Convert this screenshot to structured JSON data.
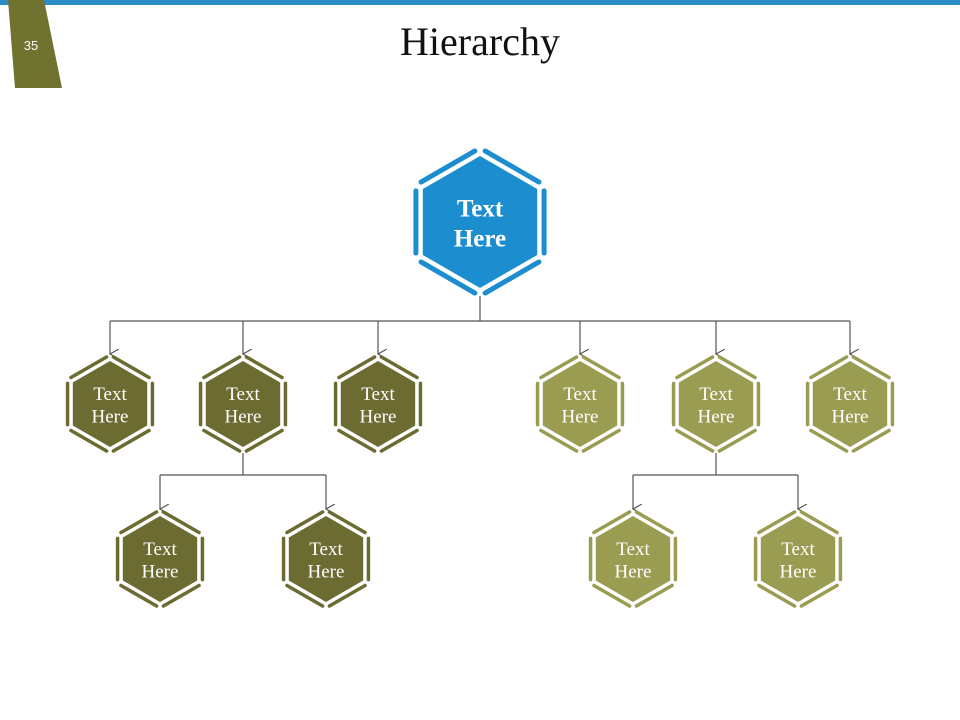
{
  "slide": {
    "number": "35",
    "title": "Hierarchy"
  },
  "colors": {
    "accent_blue": "#2b8cc4",
    "root_fill": "#1c8dce",
    "dark_olive": "#6b6b32",
    "light_olive": "#9a9c52",
    "tab": "#70722f",
    "connector": "#555555",
    "label": "#ffffff"
  },
  "diagram": {
    "root": {
      "id": "root",
      "line1": "Text",
      "line2": "Here",
      "tone": "root"
    },
    "level1": [
      {
        "id": "l1-1",
        "line1": "Text",
        "line2": "Here",
        "tone": "dark"
      },
      {
        "id": "l1-2",
        "line1": "Text",
        "line2": "Here",
        "tone": "dark"
      },
      {
        "id": "l1-3",
        "line1": "Text",
        "line2": "Here",
        "tone": "dark"
      },
      {
        "id": "l1-4",
        "line1": "Text",
        "line2": "Here",
        "tone": "light"
      },
      {
        "id": "l1-5",
        "line1": "Text",
        "line2": "Here",
        "tone": "light"
      },
      {
        "id": "l1-6",
        "line1": "Text",
        "line2": "Here",
        "tone": "light"
      }
    ],
    "level2": [
      {
        "id": "l2-1",
        "parent": "l1-2",
        "line1": "Text",
        "line2": "Here",
        "tone": "dark"
      },
      {
        "id": "l2-2",
        "parent": "l1-2",
        "line1": "Text",
        "line2": "Here",
        "tone": "dark"
      },
      {
        "id": "l2-3",
        "parent": "l1-5",
        "line1": "Text",
        "line2": "Here",
        "tone": "light"
      },
      {
        "id": "l2-4",
        "parent": "l1-5",
        "line1": "Text",
        "line2": "Here",
        "tone": "light"
      }
    ]
  }
}
